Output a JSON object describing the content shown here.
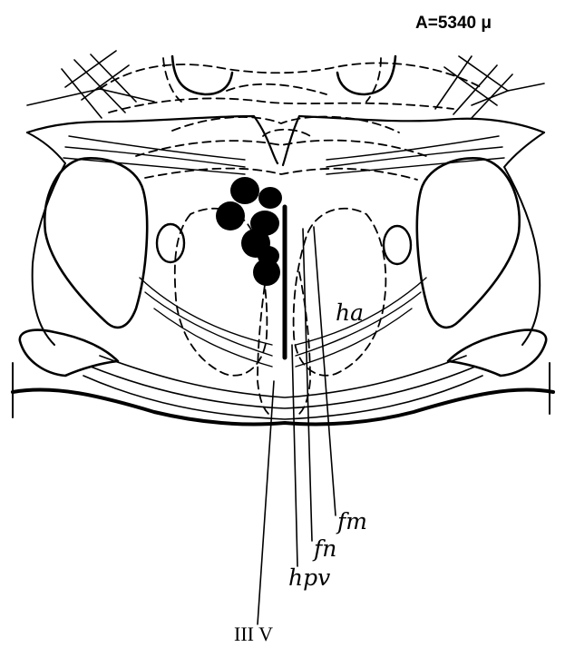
{
  "figure": {
    "title": "A=5340 μ",
    "labels": {
      "ha": "ha",
      "fm": "fm",
      "fn": "fn",
      "hpv": "hpv",
      "third_ventricle": "III V"
    }
  },
  "colors": {
    "ink": "#000000",
    "background": "#ffffff"
  }
}
